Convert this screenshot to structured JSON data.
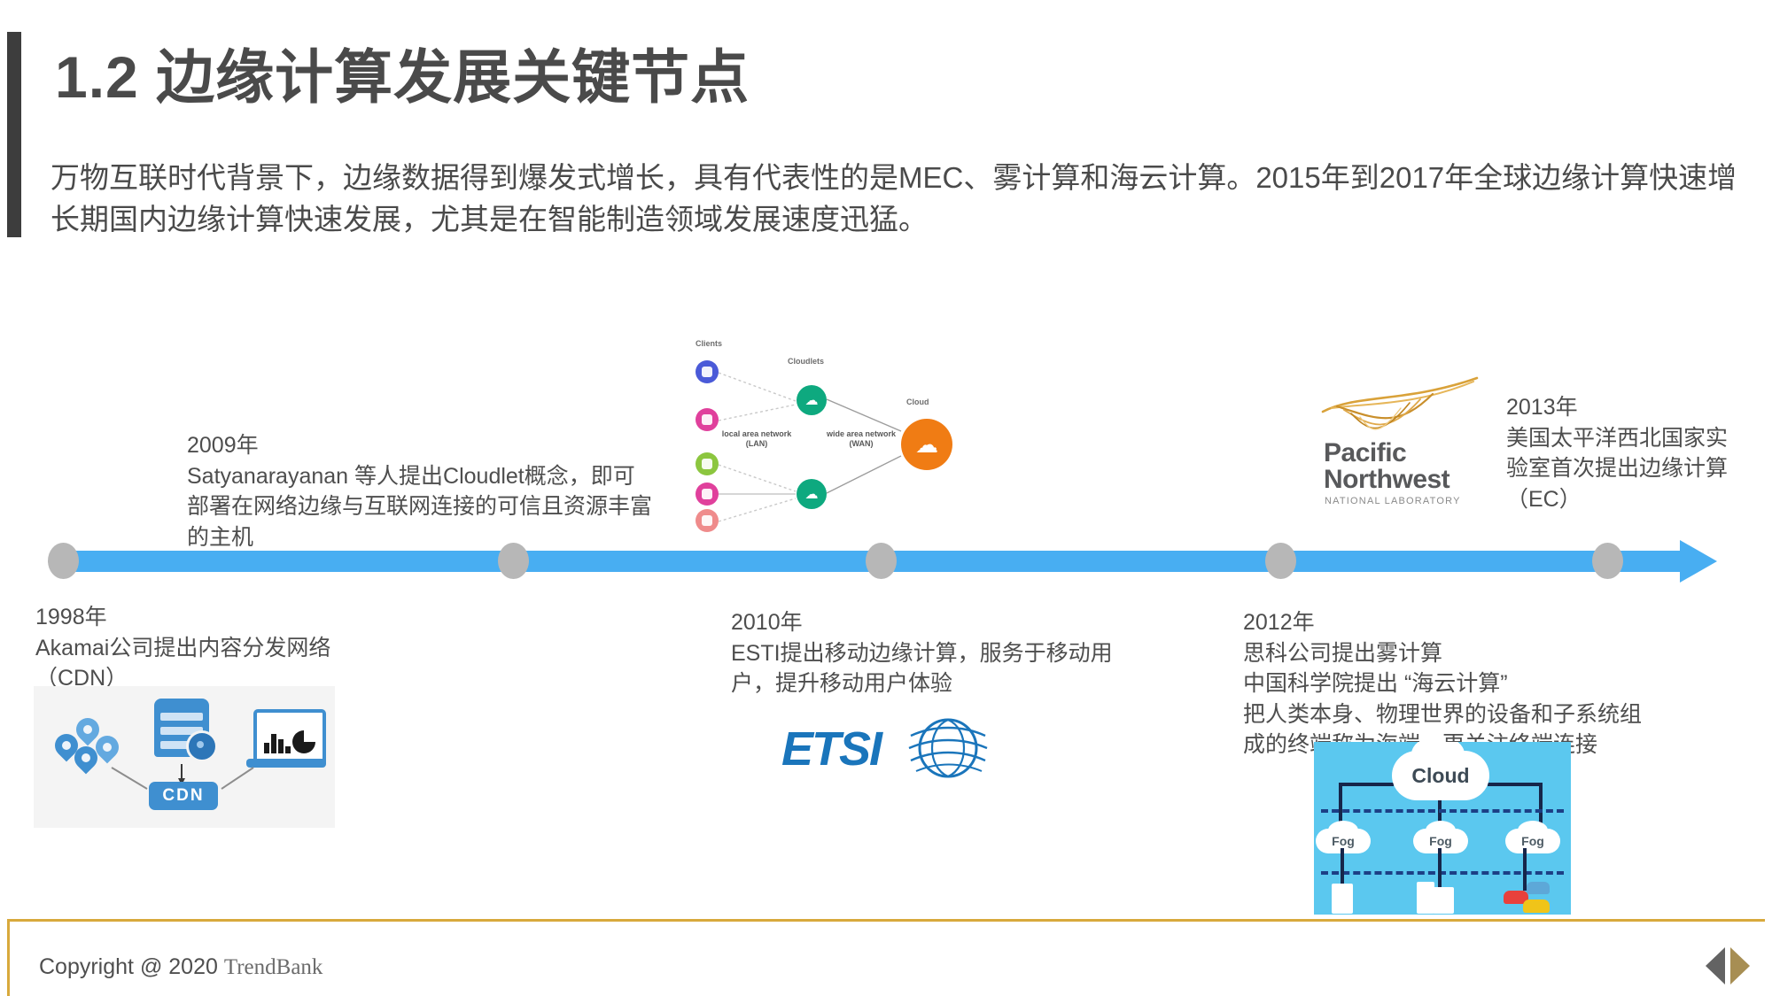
{
  "header": {
    "title": "1.2 边缘计算发展关键节点",
    "subtitle": "万物互联时代背景下，边缘数据得到爆发式增长，具有代表性的是MEC、雾计算和海云计算。2015年到2017年全球边缘计算快速增长期国内边缘计算快速发展，尤其是在智能制造领域发展速度迅猛。"
  },
  "timeline": {
    "bar_color": "#48aef2",
    "dot_color": "#b7b7b7",
    "milestones": [
      {
        "year": "1998年",
        "text": "1998年\nAkamai公司提出内容分发网络\n（CDN）",
        "position": "below"
      },
      {
        "year": "2009年",
        "text": "2009年\nSatyanarayanan 等人提出Cloudlet概念，即可\n部署在网络边缘与互联网连接的可信且资源丰富\n的主机",
        "position": "above"
      },
      {
        "year": "2010年",
        "text": "2010年\nESTI提出移动边缘计算，服务于移动用\n户，提升移动用户体验",
        "position": "below"
      },
      {
        "year": "2012年",
        "text": "2012年\n思科公司提出雾计算\n中国科学院提出 “海云计算”\n把人类本身、物理世界的设备和子系统组\n成的终端称为海端，更关注终端连接",
        "position": "below"
      },
      {
        "year": "2013年",
        "text": "2013年\n美国太平洋西北国家实\n验室首次提出边缘计算\n（EC）",
        "position": "above"
      }
    ]
  },
  "figures": {
    "cdn": {
      "label": "CDN",
      "accent": "#3f8fd0"
    },
    "cloudlet": {
      "clients_label": "Clients",
      "cloudlets_label": "Cloudlets",
      "cloud_label": "Cloud",
      "lan_label": "local area network\n(LAN)",
      "wan_label": "wide area network\n(WAN)",
      "cloudlet_color": "#0ea97f",
      "cloud_color": "#f07c14",
      "client_colors": [
        "#4a5ad8",
        "#e0409c",
        "#8cc63f",
        "#e0409c",
        "#ef8b8b"
      ]
    },
    "pnnl": {
      "name": "Pacific\nNorthwest",
      "tagline": "NATIONAL LABORATORY",
      "swoosh_color": "#d9a23a"
    },
    "etsi": {
      "wordmark": "ETSI",
      "color": "#1a75bb"
    },
    "fog": {
      "cloud_label": "Cloud",
      "fog_labels": [
        "Fog",
        "Fog",
        "Fog"
      ],
      "background": "#5bc8ef"
    }
  },
  "footer": {
    "copyright": "Copyright @ 2020",
    "brand": "TrendBank",
    "rule_color": "#d8a93c",
    "prev_icon": "triangle-left-icon",
    "next_icon": "triangle-right-icon"
  }
}
